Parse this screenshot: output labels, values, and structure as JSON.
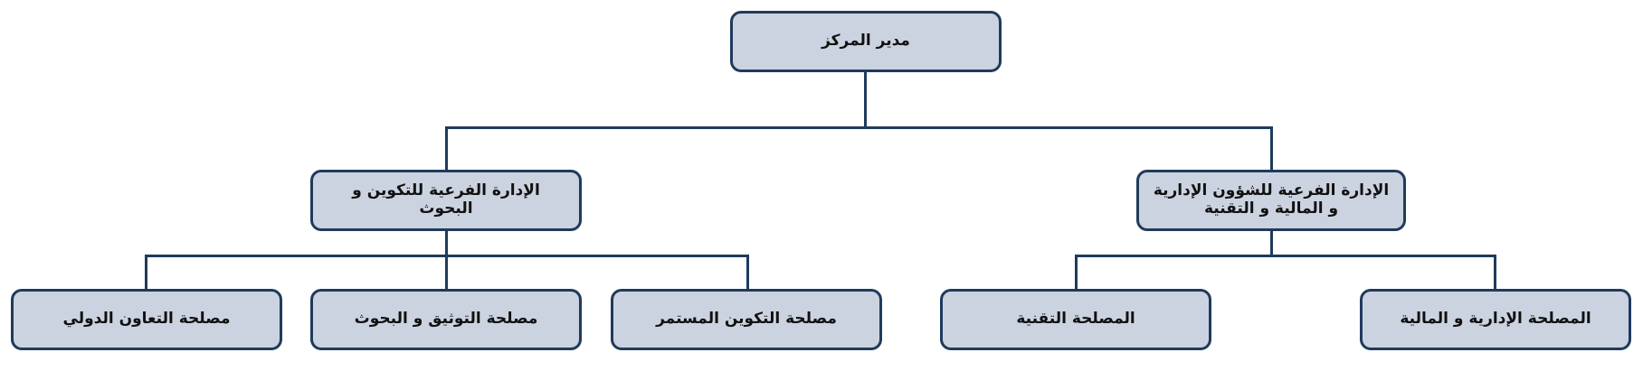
{
  "org_chart": {
    "director": "مدير المركز",
    "sub_admin_finance_tech": "الإدارة الفرعية للشؤون الإدارية و المالية و التقنية",
    "sub_training_research": "الإدارة الفرعية للتكوين و البحوث",
    "units": {
      "admin_finance": "المصلحة الإدارية و المالية",
      "technical": "المصلحة التقنية",
      "continuing_training": "مصلحة التكوين المستمر",
      "documentation_research": "مصلحة التوثيق و البحوث",
      "international_cooperation": "مصلحة التعاون الدولي"
    }
  },
  "colors": {
    "box_fill": "#ccd3e0",
    "box_border": "#1f3b5c",
    "connector": "#1f3b5c"
  }
}
